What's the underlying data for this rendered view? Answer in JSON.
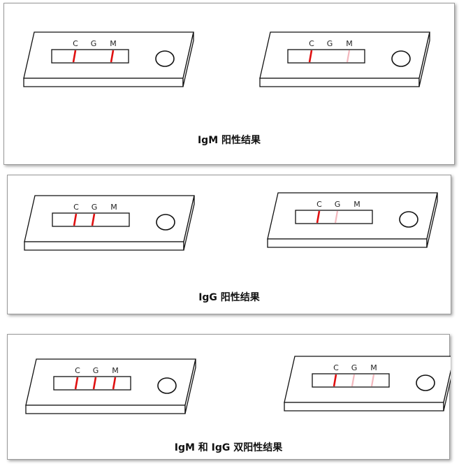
{
  "colors": {
    "line_strong": "#e01010",
    "line_faint": "#f3b8be",
    "outline": "#111111"
  },
  "panels": [
    {
      "caption": "IgM 阳性结果",
      "cassettes": [
        {
          "labels": [
            "C",
            "G",
            "M"
          ],
          "lines": [
            "strong",
            "none",
            "strong"
          ]
        },
        {
          "labels": [
            "C",
            "G",
            "M"
          ],
          "lines": [
            "strong",
            "none",
            "faint"
          ]
        }
      ]
    },
    {
      "caption": "IgG 阳性结果",
      "cassettes": [
        {
          "labels": [
            "C",
            "G",
            "M"
          ],
          "lines": [
            "strong",
            "strong",
            "none"
          ]
        },
        {
          "labels": [
            "C",
            "G",
            "M"
          ],
          "lines": [
            "strong",
            "faint",
            "none"
          ]
        }
      ]
    },
    {
      "caption": "IgM 和 IgG 双阳性结果",
      "cassettes": [
        {
          "labels": [
            "C",
            "G",
            "M"
          ],
          "lines": [
            "strong",
            "strong",
            "strong"
          ]
        },
        {
          "labels": [
            "C",
            "G",
            "M"
          ],
          "lines": [
            "strong",
            "faint",
            "faint"
          ]
        }
      ]
    }
  ]
}
